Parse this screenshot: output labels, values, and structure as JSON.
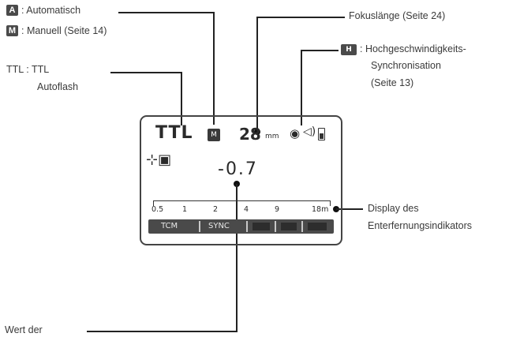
{
  "labels": {
    "auto": {
      "badge": "A",
      "text": ": Automatisch"
    },
    "manual": {
      "badge": "M",
      "text": ": Manuell (Seite 14)"
    },
    "ttl": {
      "line1": "TTL : TTL",
      "line2": "Autoflash"
    },
    "focal": {
      "text": "Fokuslänge (Seite 24)"
    },
    "hss": {
      "badge": "H",
      "line1": ": Hochgeschwindigkeits-",
      "line2": "Synchronisation",
      "line3": "(Seite 13)"
    },
    "distance": {
      "line1": "Display des",
      "line2": "Enterfernungsindikators"
    },
    "value": {
      "text": "Wert der"
    }
  },
  "lcd": {
    "mode": "TTL",
    "zoom": "28",
    "zoom_unit": "mm",
    "ev_value": "-0.7",
    "scale": [
      "0.5",
      "1",
      "2",
      "4",
      "9",
      "18m"
    ],
    "status": [
      "TCM",
      "SYNC"
    ]
  },
  "icons": {
    "mode": "manual-mode-icon",
    "hss": "high-speed-sync-icon",
    "sound": "speaker-icon",
    "battery": "battery-icon",
    "zoom": "flash-zoom-icon"
  }
}
